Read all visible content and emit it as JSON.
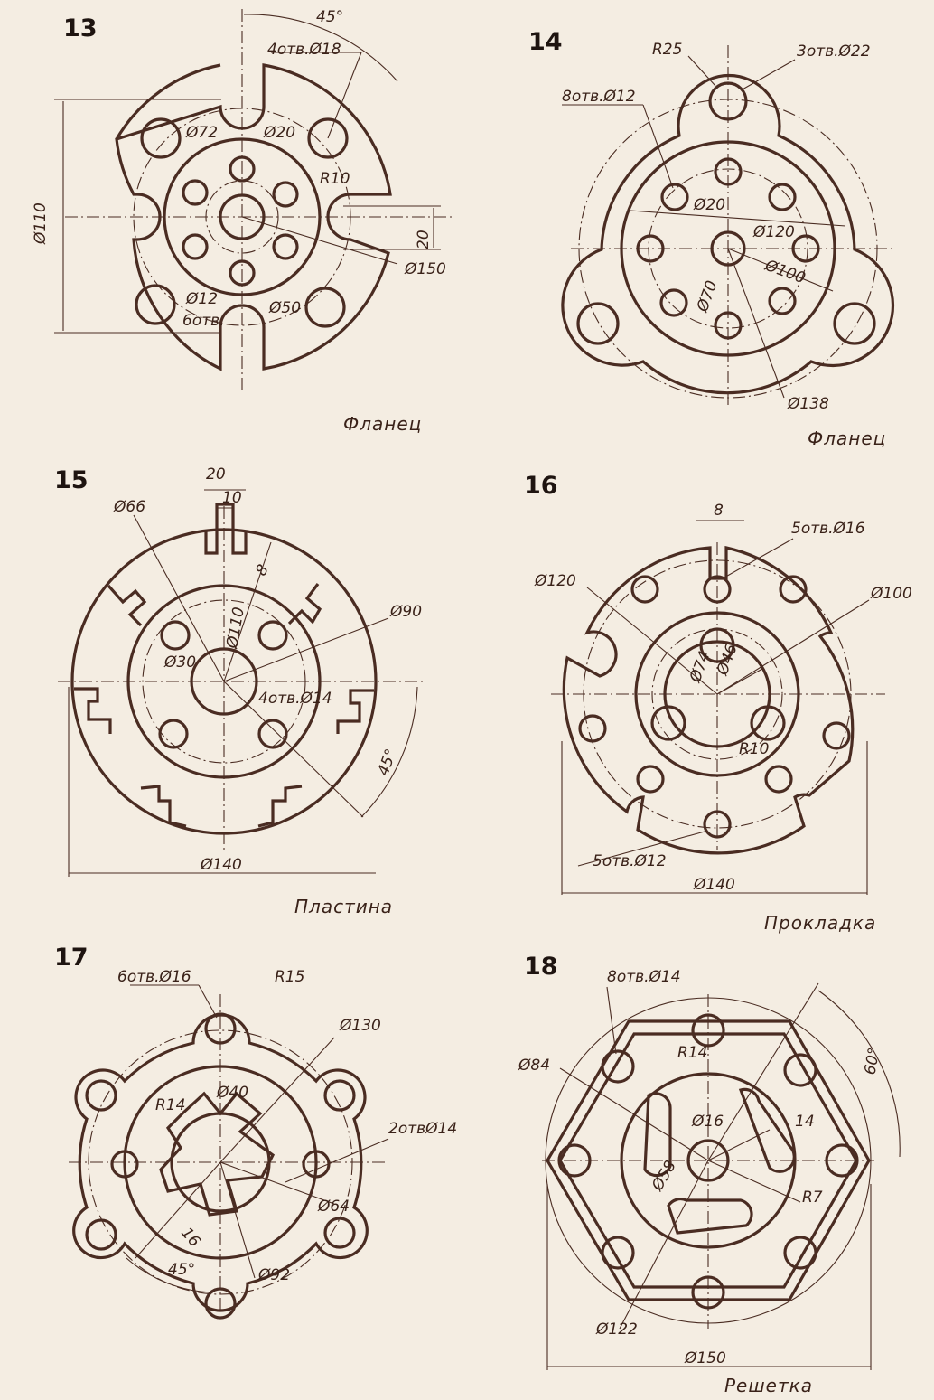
{
  "figures": [
    {
      "number": "13",
      "caption": "Фланец",
      "labels": [
        "45°",
        "4отв.Ø18",
        "Ø72",
        "Ø20",
        "R10",
        "Ø110",
        "20",
        "Ø150",
        "Ø12",
        "6отв.",
        "Ø50"
      ]
    },
    {
      "number": "14",
      "caption": "Фланец",
      "labels": [
        "R25",
        "3отв.Ø22",
        "8отв.Ø12",
        "Ø20",
        "Ø120",
        "Ø100",
        "Ø70",
        "Ø138"
      ]
    },
    {
      "number": "15",
      "caption": "Пластина",
      "labels": [
        "20",
        "10",
        "Ø66",
        "8",
        "Ø110",
        "Ø90",
        "Ø30",
        "4отв.Ø14",
        "45°",
        "Ø140"
      ]
    },
    {
      "number": "16",
      "caption": "Прокладка",
      "labels": [
        "8",
        "5отв.Ø16",
        "Ø120",
        "Ø100",
        "Ø74",
        "Ø46",
        "R10",
        "5отв.Ø12",
        "Ø140"
      ]
    },
    {
      "number": "17",
      "caption": "",
      "labels": [
        "6отв.Ø16",
        "R15",
        "Ø130",
        "R14",
        "Ø40",
        "2отвØ14",
        "Ø64",
        "16",
        "45°",
        "Ø92"
      ]
    },
    {
      "number": "18",
      "caption": "Решетка",
      "labels": [
        "8отв.Ø14",
        "R14",
        "60°",
        "Ø84",
        "Ø16",
        "14",
        "Ø58",
        "R7",
        "Ø122",
        "Ø150"
      ]
    }
  ]
}
